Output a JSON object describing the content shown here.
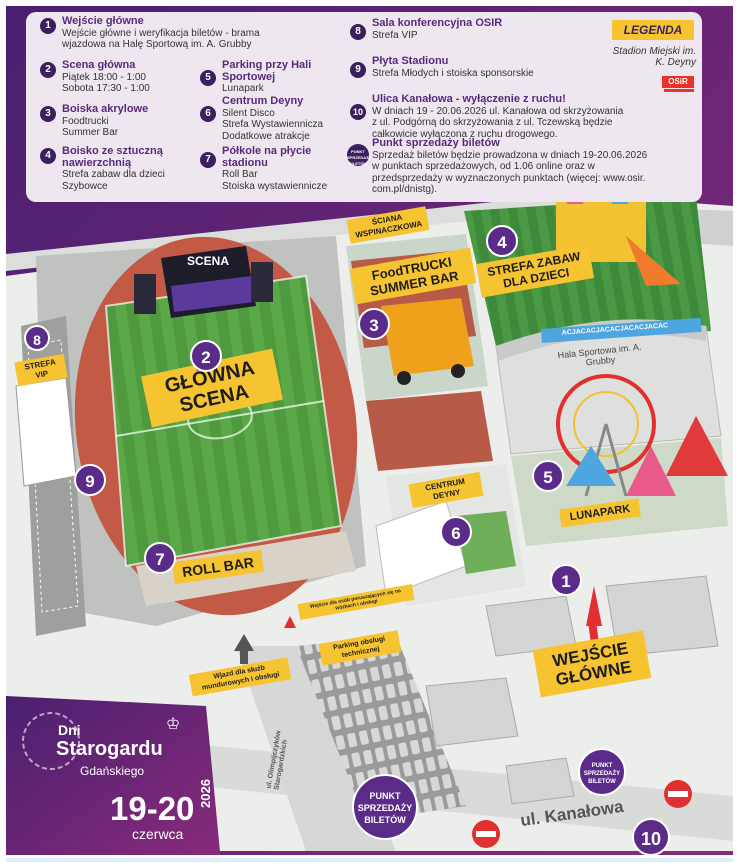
{
  "legend": {
    "title": "LEGENDA",
    "stadium": "Stadion Miejski im. K. Deyny",
    "logo_text": "OSiR",
    "items": [
      {
        "num": "1",
        "title": "Wejście główne",
        "lines": [
          "Wejście główne i weryfikacja biletów - brama",
          "wjazdowa na Halę Sportową im. A. Grubby"
        ]
      },
      {
        "num": "2",
        "title": "Scena główna",
        "lines": [
          "Piątek 18:00 - 1:00",
          "Sobota 17:30 - 1:00"
        ]
      },
      {
        "num": "3",
        "title": "Boiska akrylowe",
        "lines": [
          "Foodtrucki",
          "Summer Bar"
        ]
      },
      {
        "num": "4",
        "title": "Boisko ze sztuczną nawierzchnią",
        "lines": [
          "Strefa zabaw dla dzieci",
          "Szybowce"
        ]
      },
      {
        "num": "5",
        "title": "Parking przy Hali Sportowej",
        "lines": [
          "Lunapark"
        ]
      },
      {
        "num": "6",
        "title": "Centrum Deyny",
        "lines": [
          "Silent Disco",
          "Strefa Wystawiennicza",
          "Dodatkowe atrakcje"
        ]
      },
      {
        "num": "7",
        "title": "Półkole na płycie stadionu",
        "lines": [
          "Roll Bar",
          "Stoiska wystawiennicze"
        ]
      },
      {
        "num": "8",
        "title": "Sala konferencyjna OSIR",
        "lines": [
          "Strefa VIP"
        ]
      },
      {
        "num": "9",
        "title": "Płyta Stadionu",
        "lines": [
          "Strefa Młodych i stoiska sponsorskie"
        ]
      },
      {
        "num": "10",
        "title": "Ulica Kanałowa - wyłączenie z ruchu!",
        "lines": [
          "W dniach 19 - 20.06.2026 ul. Kanałowa od skrzyżowania",
          "z ul. Podgórną do skrzyżowania z ul. Tczewską będzie",
          "całkowicie wyłączona z ruchu drogowego."
        ]
      },
      {
        "num": "PUNKT SPRZEDAŻY BILETÓW",
        "title": "Punkt sprzedaży biletów",
        "lines": [
          "Sprzedaż biletów będzie prowadzona w dniach 19-20.06.2026",
          "w punktach sprzedażowych, od 1.06 online oraz w",
          "przedsprzedaży w wyznaczonych punktach (więcej: www.osir.",
          "com.pl/dnistg)."
        ]
      }
    ]
  },
  "map": {
    "labels": {
      "scena": "SCENA",
      "glowna_scena": "GŁÓWNA SCENA",
      "roll_bar": "ROLL BAR",
      "foodtrucki": "FoodTRUCKI SUMMER BAR",
      "strefa_zabaw": "STREFA ZABAW DLA DZIECI",
      "sciana": "ŚCIANA WSPINACZKOWA",
      "strefa_vip": "STREFA VIP",
      "centrum_deyny": "CENTRUM DEYNY",
      "lunapark": "LUNAPARK",
      "hala": "Hala Sportowa im. A. Grubby",
      "wejscie": "WEJŚCIE GŁÓWNE",
      "wjazd": "Wjazd dla służb mundurowych i obsługi",
      "parking": "Parking obsługi technicznej",
      "wejscie_sluzb": "Wejście dla osób poruszających się na wózkach i obsługi",
      "punkt_big": "PUNKT SPRZEDAŻY BILETÓW",
      "punkt_small": "PUNKT SPRZEDAŻY BILETÓW",
      "street_kanalowa": "ul. Kanałowa",
      "street_olimpijczykow": "ul. Olimpijczyków Starogardzkich",
      "banner_text": "ACJACACJACACJACACJACAC"
    },
    "markers": [
      "1",
      "2",
      "3",
      "4",
      "5",
      "6",
      "7",
      "8",
      "9",
      "10"
    ]
  },
  "brand": {
    "line1": "Dni",
    "line2": "Starogardu",
    "line3": "Gdańskiego",
    "dates": "19-20",
    "month": "czerwca",
    "year": "2026"
  },
  "colors": {
    "purple_dark": "#3b1f5e",
    "purple_marker": "#5b2b8a",
    "label_yellow": "#f6c431",
    "track_red": "#c25a45",
    "grass": "#4f9a3e",
    "legend_bg": "#efe7f0"
  }
}
